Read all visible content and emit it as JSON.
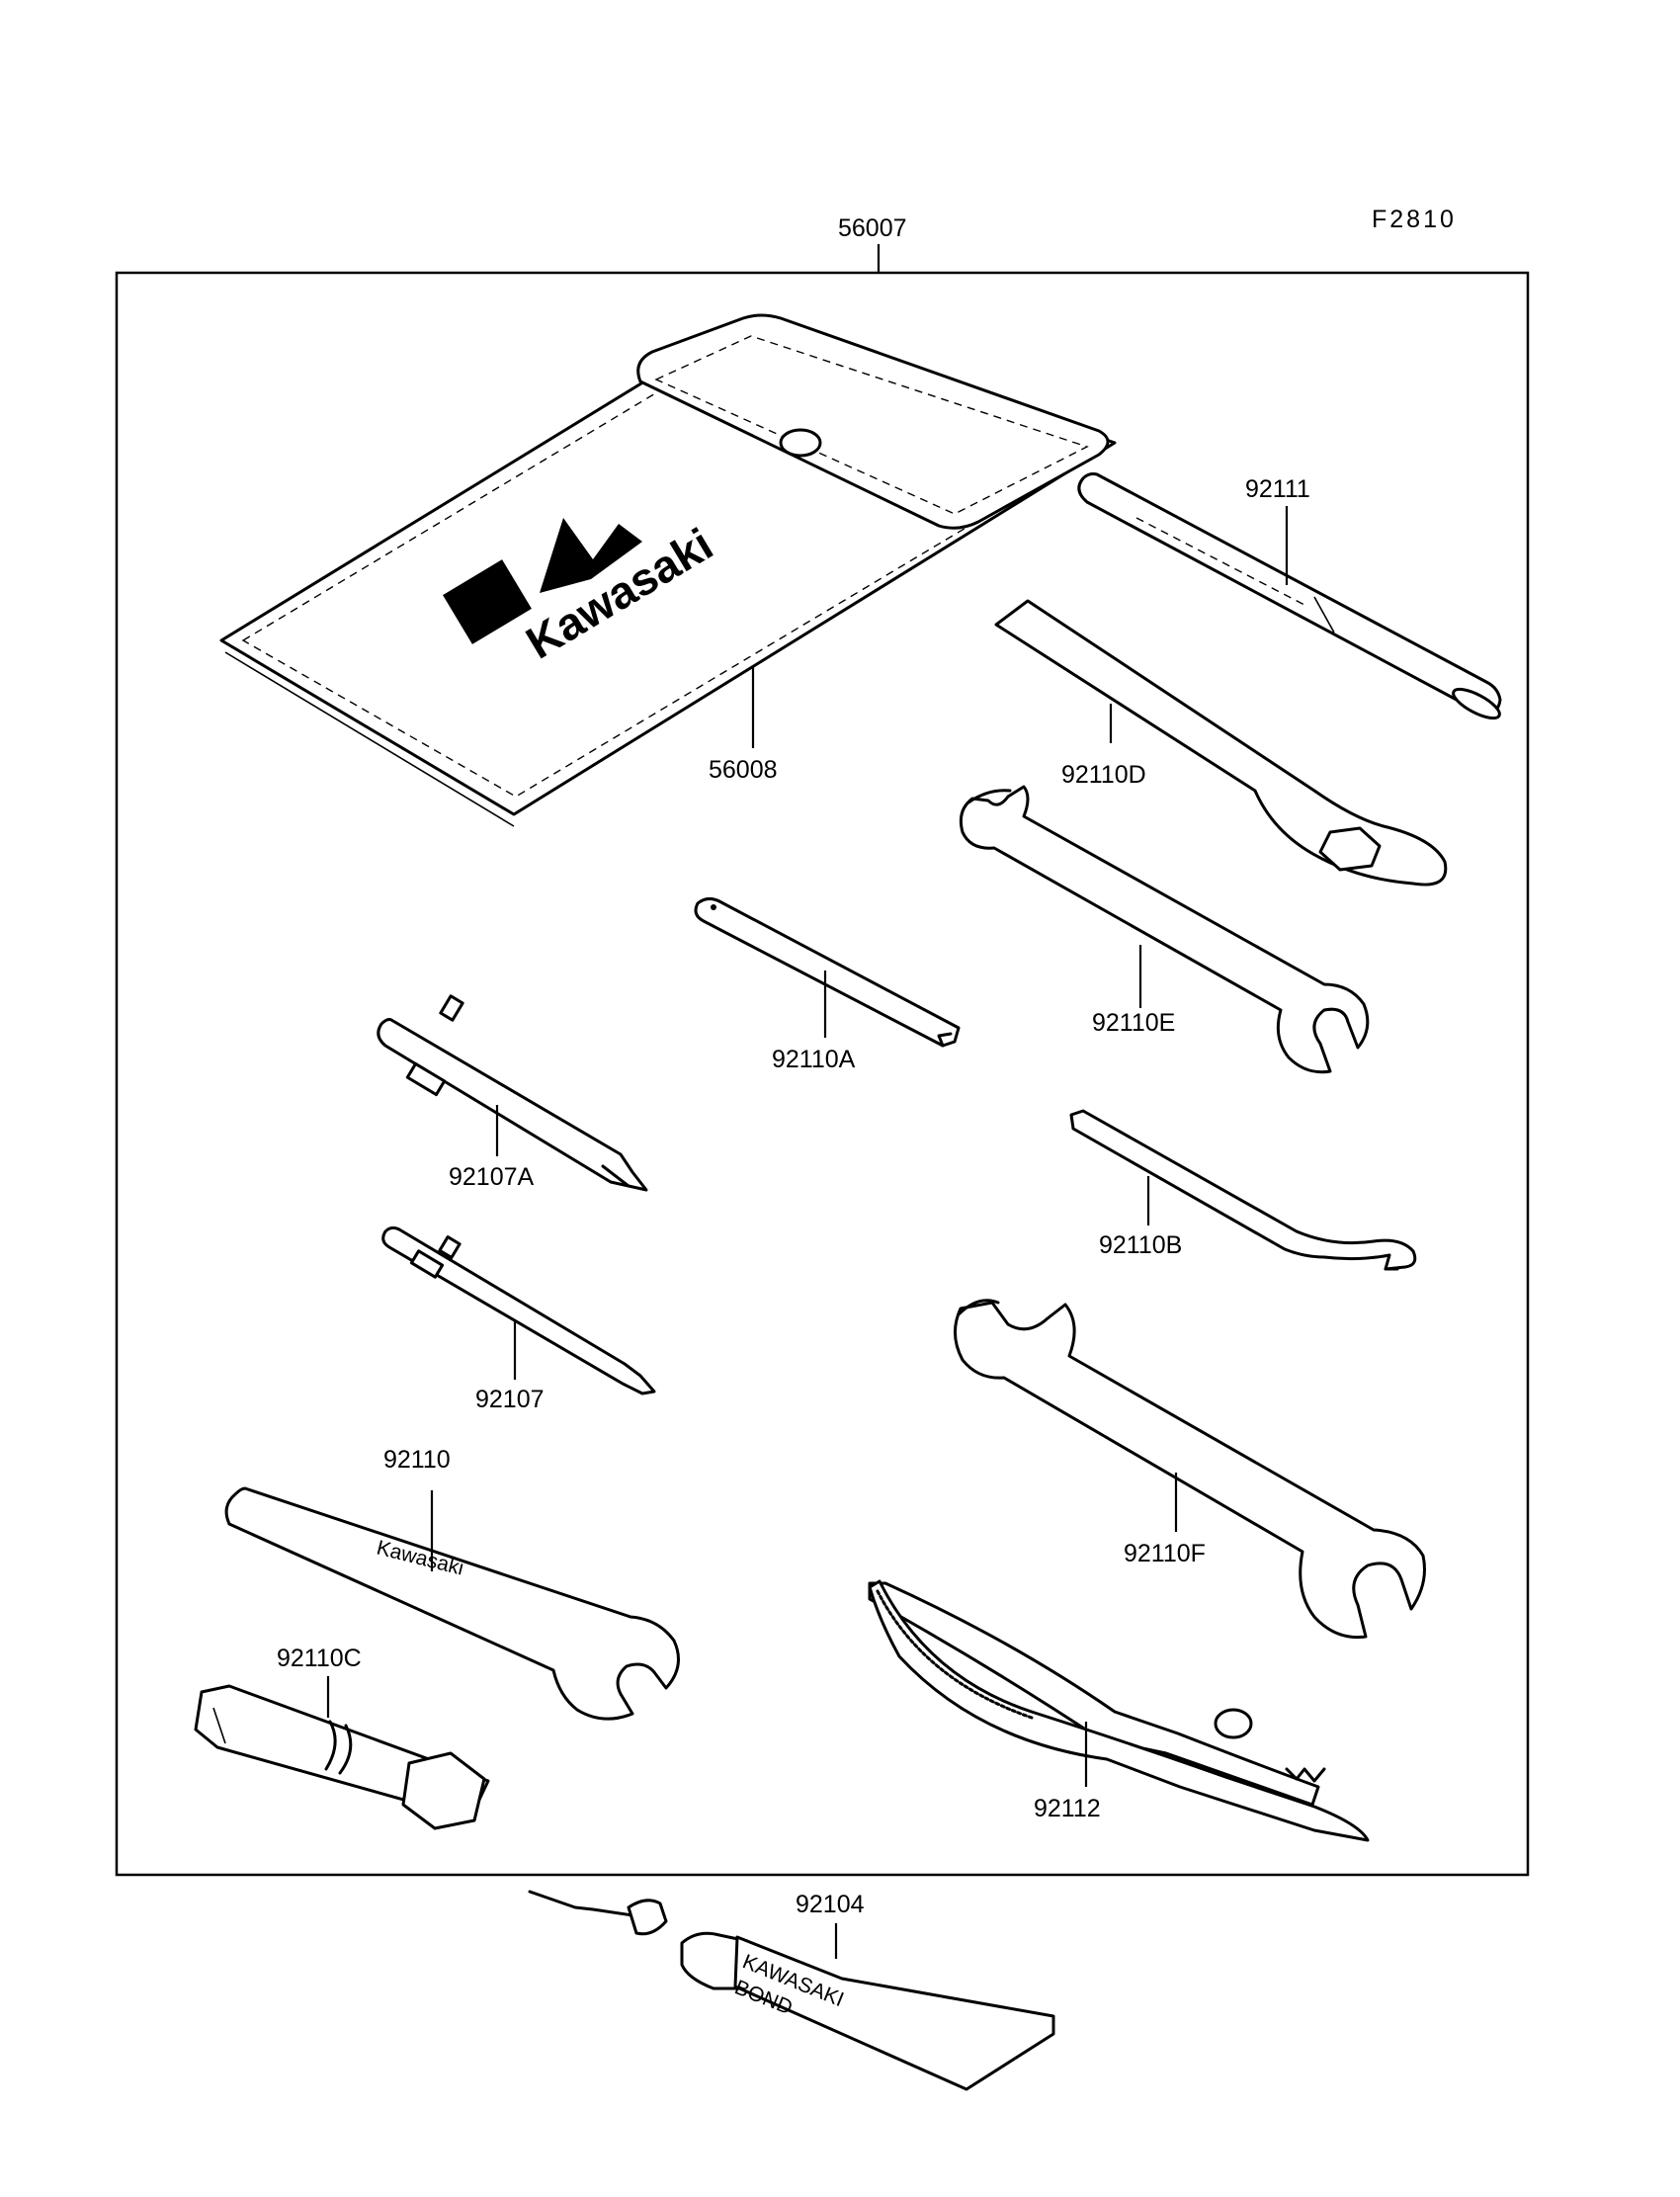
{
  "figure_ref": "F2810",
  "parts": {
    "kit": "56007",
    "pouch": "56008",
    "wrench_extension": "92111",
    "ring_wrench": "92110D",
    "wrench_e": "92110E",
    "spoke_wrench": "92110A",
    "screwdriver_a": "92107A",
    "hook_wrench": "92110B",
    "screwdriver": "92107",
    "wrench_f": "92110F",
    "wrench": "92110",
    "plug_wrench": "92110C",
    "pliers": "92112",
    "bond": "92104"
  },
  "pouch_logo": "Kawasaki",
  "wrench_stamp": "Kawasaki",
  "tube_print": {
    "line1": "KAWASAKI",
    "line2": "BOND"
  }
}
